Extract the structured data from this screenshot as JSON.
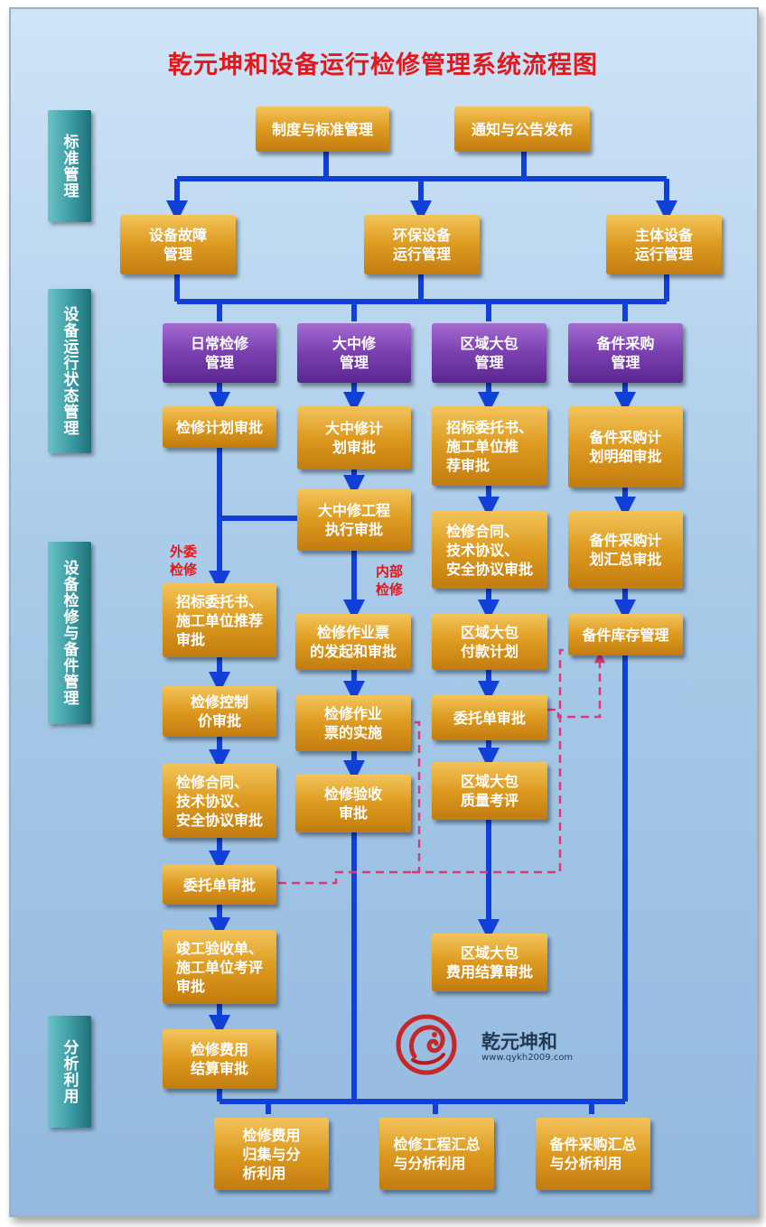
{
  "title": "乾元坤和设备运行检修管理系统流程图",
  "lanes": {
    "standard": "标准管理",
    "status": "设备运行状态管理",
    "maintenance": "设备检修与备件管理",
    "analysis": "分析利用"
  },
  "nodes": {
    "zhidu": "制度与标准管理",
    "tongzhi": "通知与公告发布",
    "guzhang": "设备故障\n管理",
    "huanbao": "环保设备\n运行管理",
    "zhuti": "主体设备\n运行管理",
    "richang": "日常检修\n管理",
    "dazhong": "大中修\n管理",
    "quyu": "区域大包\n管理",
    "beijian": "备件采购\n管理",
    "a1": "检修计划审批",
    "a2": "招标委托书、\n施工单位推荐\n审批",
    "a3": "检修控制\n价审批",
    "a4": "检修合同、\n技术协议、\n安全协议审批",
    "a5": "委托单审批",
    "a6": "竣工验收单、\n施工单位考评\n审批",
    "a7": "检修费用\n结算审批",
    "b1": "大中修计\n划审批",
    "b2": "大中修工程\n执行审批",
    "b3": "检修作业票\n的发起和审批",
    "b4": "检修作业\n票的实施",
    "b5": "检修验收\n审批",
    "c1": "招标委托书、\n施工单位推\n荐审批",
    "c2": "检修合同、\n技术协议、\n安全协议审批",
    "c3": "区域大包\n付款计划",
    "c4": "委托单审批",
    "c5": "区域大包\n质量考评",
    "c6": "区域大包\n费用结算审批",
    "d1": "备件采购计\n划明细审批",
    "d2": "备件采购计\n划汇总审批",
    "d3": "备件库存管理",
    "e1": "检修费用\n归集与分\n析利用",
    "e2": "检修工程汇总\n与分析利用",
    "e3": "备件采购汇总\n与分析利用"
  },
  "notes": {
    "waiwei": "外委\n检修",
    "neibu": "内部\n检修"
  },
  "brand": {
    "name": "乾元坤和",
    "url": "www.qykh2009.com"
  },
  "colors": {
    "title": "#e0191e",
    "arrow": "#1040d8",
    "dashed": "#d83c78",
    "node": "#dd9a20",
    "node_purple": "#7a3fb0",
    "lane": "#3a9ba2"
  }
}
